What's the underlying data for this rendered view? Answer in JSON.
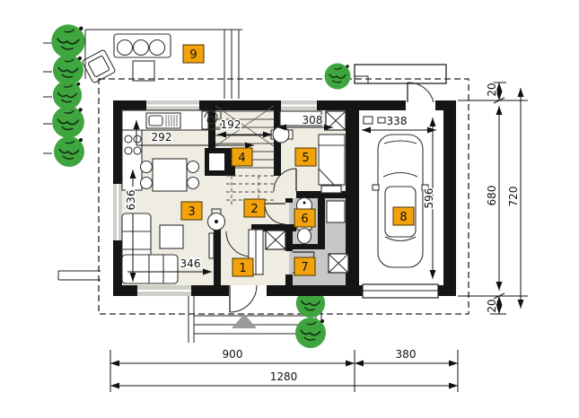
{
  "plan_type": "house-ground-floor-plan",
  "rooms": {
    "r1": "1",
    "r2": "2",
    "r3": "3",
    "r4": "4",
    "r5": "5",
    "r6": "6",
    "r7": "7",
    "r8": "8",
    "r9": "9"
  },
  "dims": {
    "kitchen_width": "292",
    "stair_width": "192",
    "room5_width": "308",
    "garage_width": "338",
    "living_width": "346",
    "left_depth": "636",
    "garage_depth": "596",
    "right_top_offset": "20",
    "right_inner": "680",
    "right_total": "720",
    "right_bottom_offset": "20",
    "bottom_left": "900",
    "bottom_right": "380",
    "bottom_total": "1280"
  },
  "colors": {
    "label_bg": "#F2A30B",
    "label_border": "#6b4d00",
    "floor": "#EFEDE2",
    "wet_floor": "#C7C7C5",
    "tree": "#3FA53F",
    "wall": "#151515",
    "entrance_arrow": "#9B9B9B"
  },
  "icons": {
    "tree": "green-scribble-circle",
    "shaft": "crossed-box",
    "entrance_arrow": "triangle-up",
    "car": "car-top-view"
  }
}
